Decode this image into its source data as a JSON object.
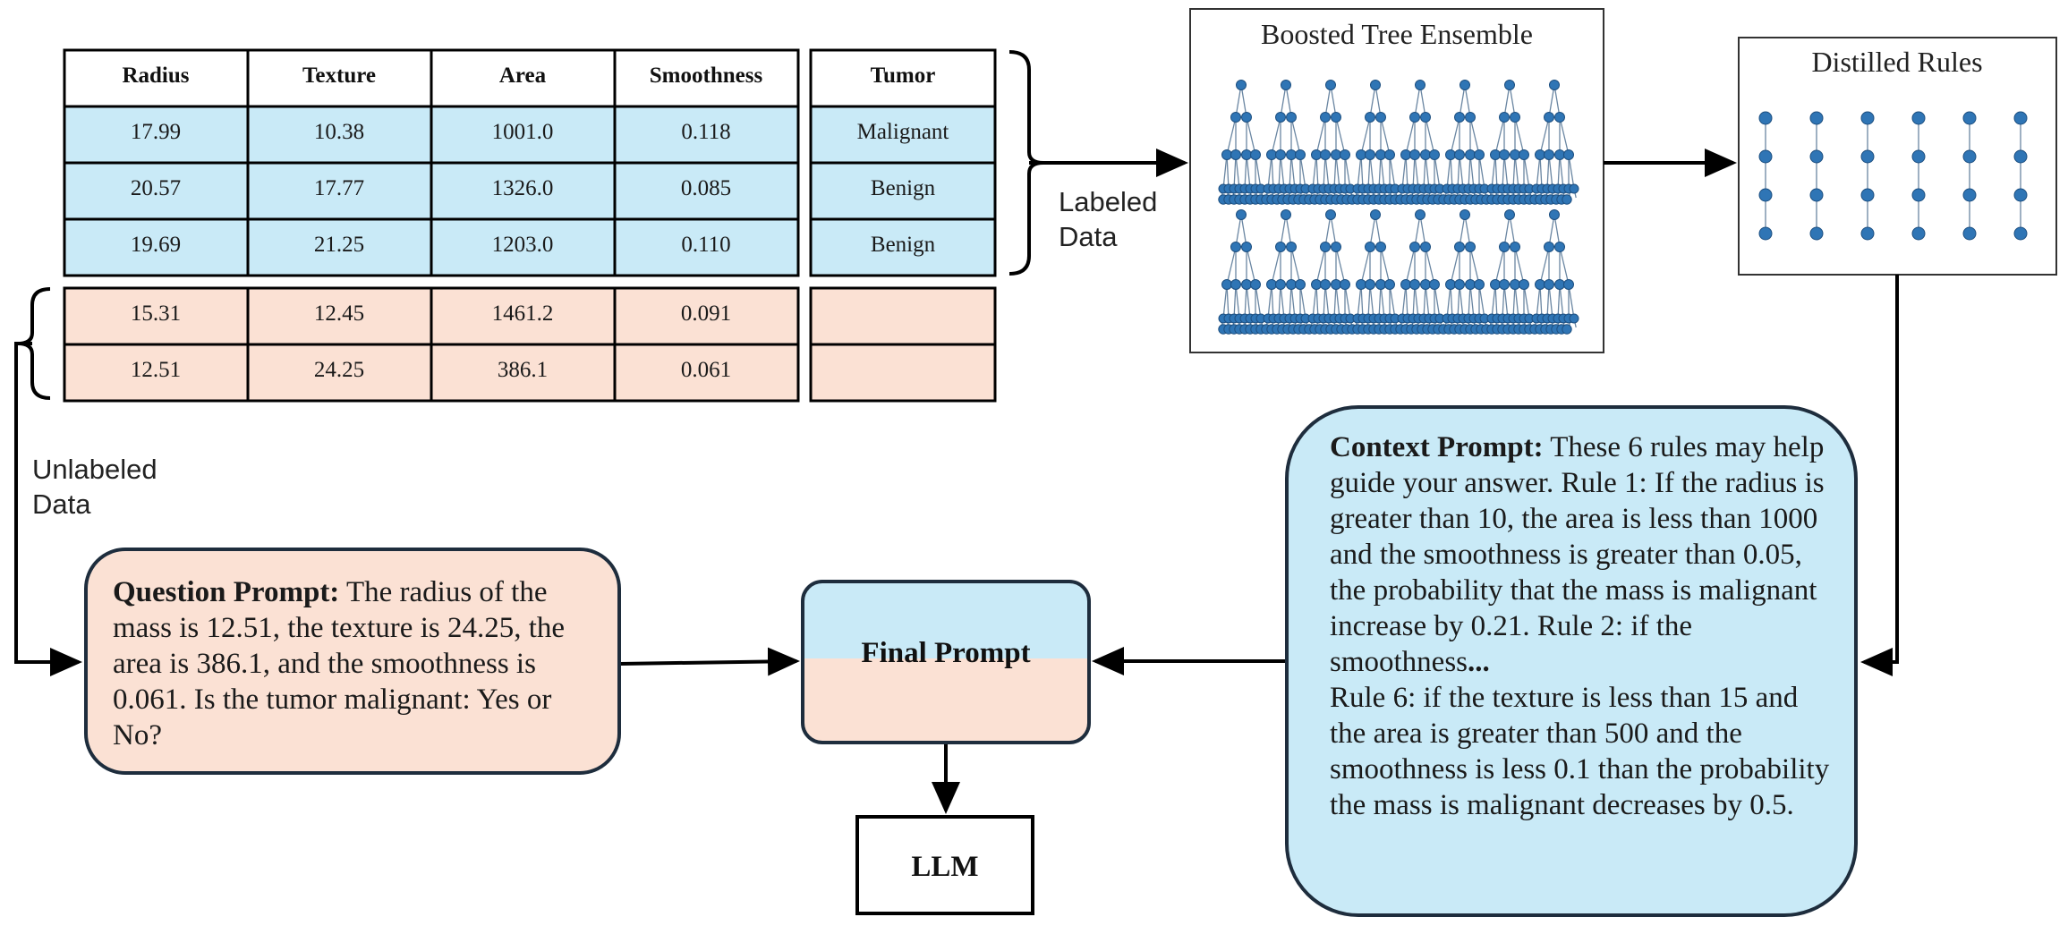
{
  "table": {
    "headers": [
      "Radius",
      "Texture",
      "Area",
      "Smoothness"
    ],
    "tumor_header": "Tumor",
    "labeled_rows": [
      {
        "cells": [
          "17.99",
          "10.38",
          "1001.0",
          "0.118"
        ],
        "tumor": "Malignant"
      },
      {
        "cells": [
          "20.57",
          "17.77",
          "1326.0",
          "0.085"
        ],
        "tumor": "Benign"
      },
      {
        "cells": [
          "19.69",
          "21.25",
          "1203.0",
          "0.110"
        ],
        "tumor": "Benign"
      }
    ],
    "unlabeled_rows": [
      {
        "cells": [
          "15.31",
          "12.45",
          "1461.2",
          "0.091"
        ],
        "tumor": ""
      },
      {
        "cells": [
          "12.51",
          "24.25",
          "386.1",
          "0.061"
        ],
        "tumor": ""
      }
    ]
  },
  "labels": {
    "labeled_data": [
      "Labeled",
      "Data"
    ],
    "unlabeled_data": [
      "Unlabeled",
      "Data"
    ]
  },
  "ensemble": {
    "title": "Boosted Tree Ensemble",
    "rows": 2,
    "trees_per_row": 8
  },
  "rules": {
    "title": "Distilled Rules",
    "columns": 6,
    "nodes_per_column": 4
  },
  "question_prompt": {
    "heading": "Question Prompt:",
    "body": " The radius of the mass is 12.51, the texture is 24.25, the area is 386.1, and the smoothness is 0.061. Is the tumor malignant: Yes or No?"
  },
  "context_prompt": {
    "heading": "Context Prompt:",
    "body": " These 6 rules may help guide your answer. Rule 1: If the radius is greater than 10, the area is less than 1000 and the smoothness is greater than 0.05, the probability that the mass is malignant increase by 0.21. Rule 2: if the smoothness",
    "ellipsis": "...",
    "rule6": "Rule 6: if the texture is less than 15 and the area is greater than 500 and the smoothness is less 0.1 than the probability the mass is malignant decreases by 0.5."
  },
  "final_prompt": {
    "label": "Final Prompt"
  },
  "llm": {
    "label": "LLM"
  },
  "colors": {
    "labeled_fill": "#c9eaf7",
    "unlabeled_fill": "#fbe1d4",
    "node_fill": "#2f75b5",
    "node_stroke": "#1d4f80",
    "edge": "#6a86a2"
  }
}
